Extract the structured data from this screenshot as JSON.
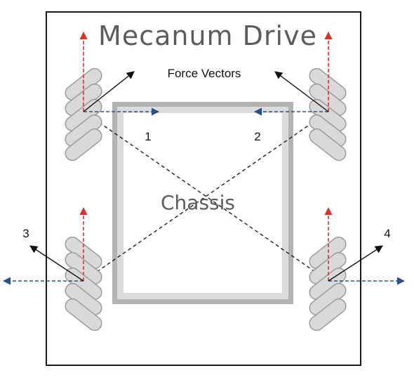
{
  "title": "Mecanum Drive",
  "force_label": "Force Vectors",
  "chassis_label": "Chassis",
  "wheels": [
    {
      "id": "1",
      "label": "1"
    },
    {
      "id": "2",
      "label": "2"
    },
    {
      "id": "3",
      "label": "3"
    },
    {
      "id": "4",
      "label": "4"
    }
  ],
  "colors": {
    "frame": "#1a1a1a",
    "chassis_outer": "#b3b3b3",
    "chassis_inner": "#dcdcdc",
    "wheel_fill": "#d9d9d9",
    "wheel_stroke": "#9a9a9a",
    "forward_vector": "#e0302a",
    "lateral_vector": "#2a4f8a",
    "resultant_vector": "#111111",
    "diagonal": "#111111",
    "title": "#5c5c5c"
  }
}
